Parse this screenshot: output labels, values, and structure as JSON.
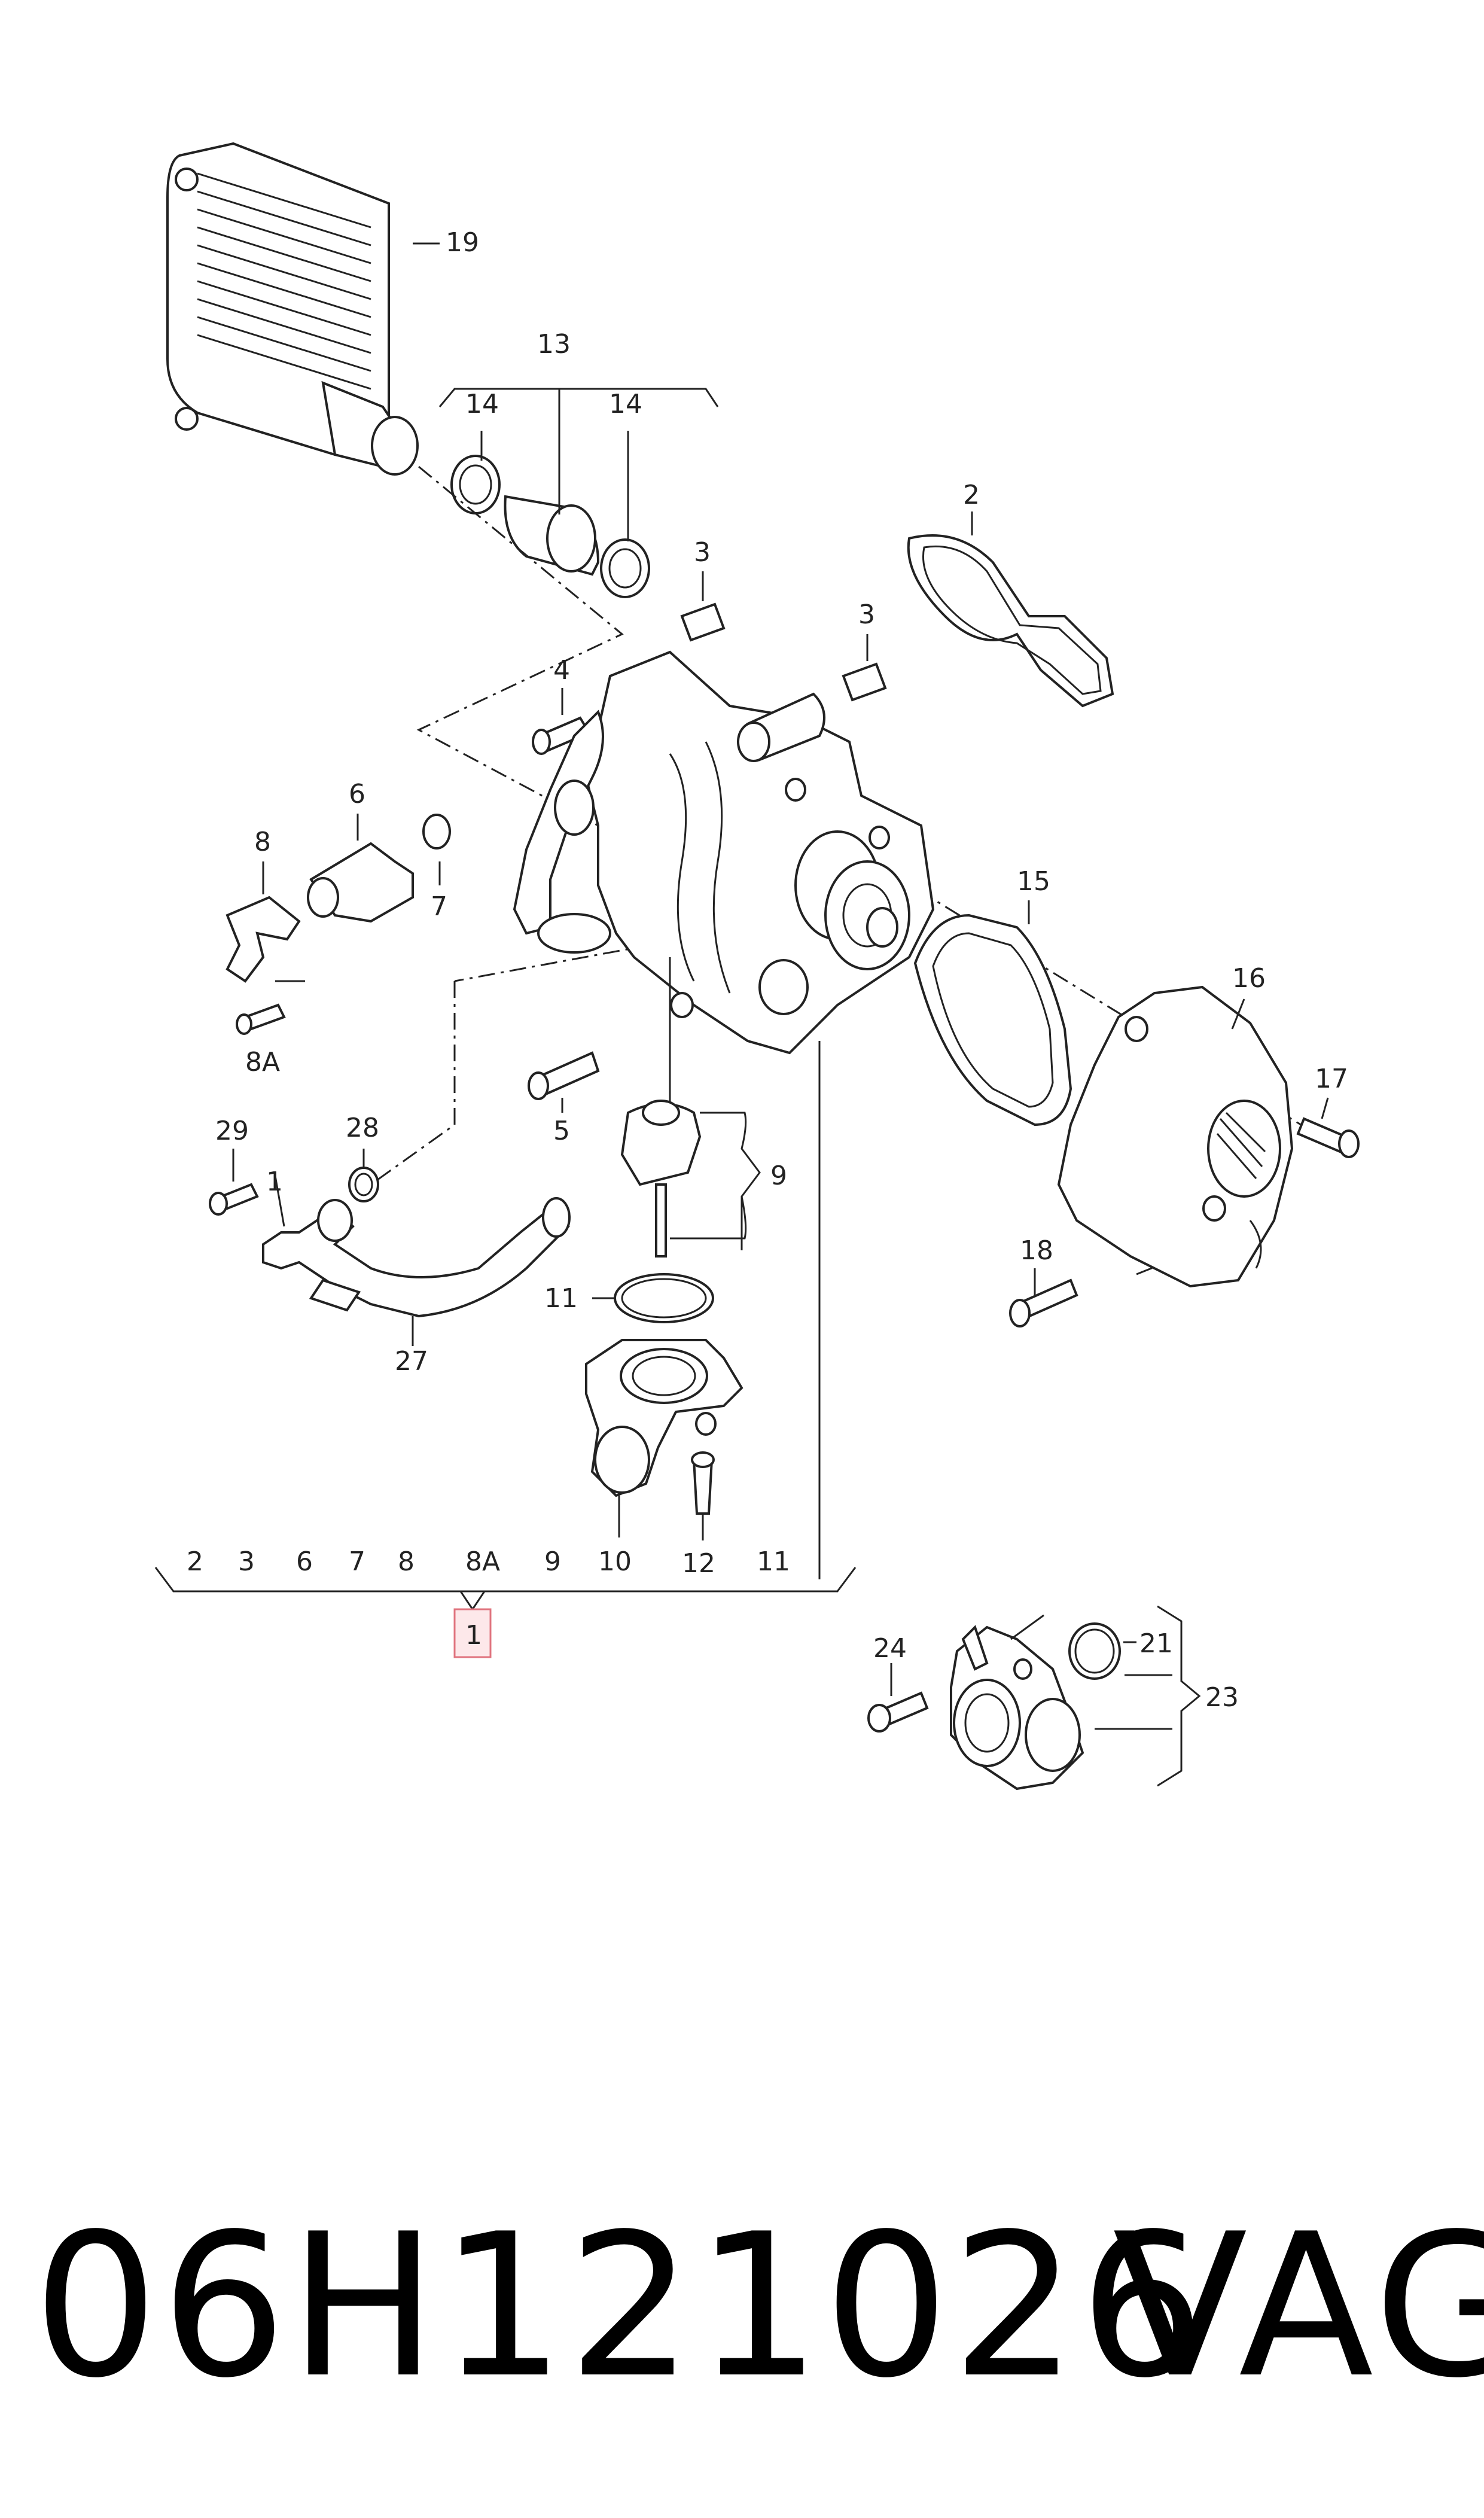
{
  "callouts": {
    "c19": "19",
    "c13": "13",
    "c14a": "14",
    "c14b": "14",
    "c2": "2",
    "c3a": "3",
    "c3b": "3",
    "c4": "4",
    "c6": "6",
    "c7": "7",
    "c8": "8",
    "c8a": "8A",
    "c15": "15",
    "c16": "16",
    "c17": "17",
    "c5": "5",
    "c29": "29",
    "c28": "28",
    "c1small": "1",
    "c9": "9",
    "c11": "11",
    "c18": "18",
    "c27": "27",
    "c21": "21",
    "c24": "24",
    "c23": "23"
  },
  "assembly_row": [
    "2",
    "3",
    "6",
    "7",
    "8",
    "8A",
    "9",
    "10",
    "12",
    "11"
  ],
  "assembly_label": "1",
  "footer": {
    "part_number": "06H121026",
    "brand": "VAG"
  },
  "colors": {
    "line": "#222222",
    "highlight_fill": "#fde8ea",
    "highlight_border": "#e0737e"
  }
}
